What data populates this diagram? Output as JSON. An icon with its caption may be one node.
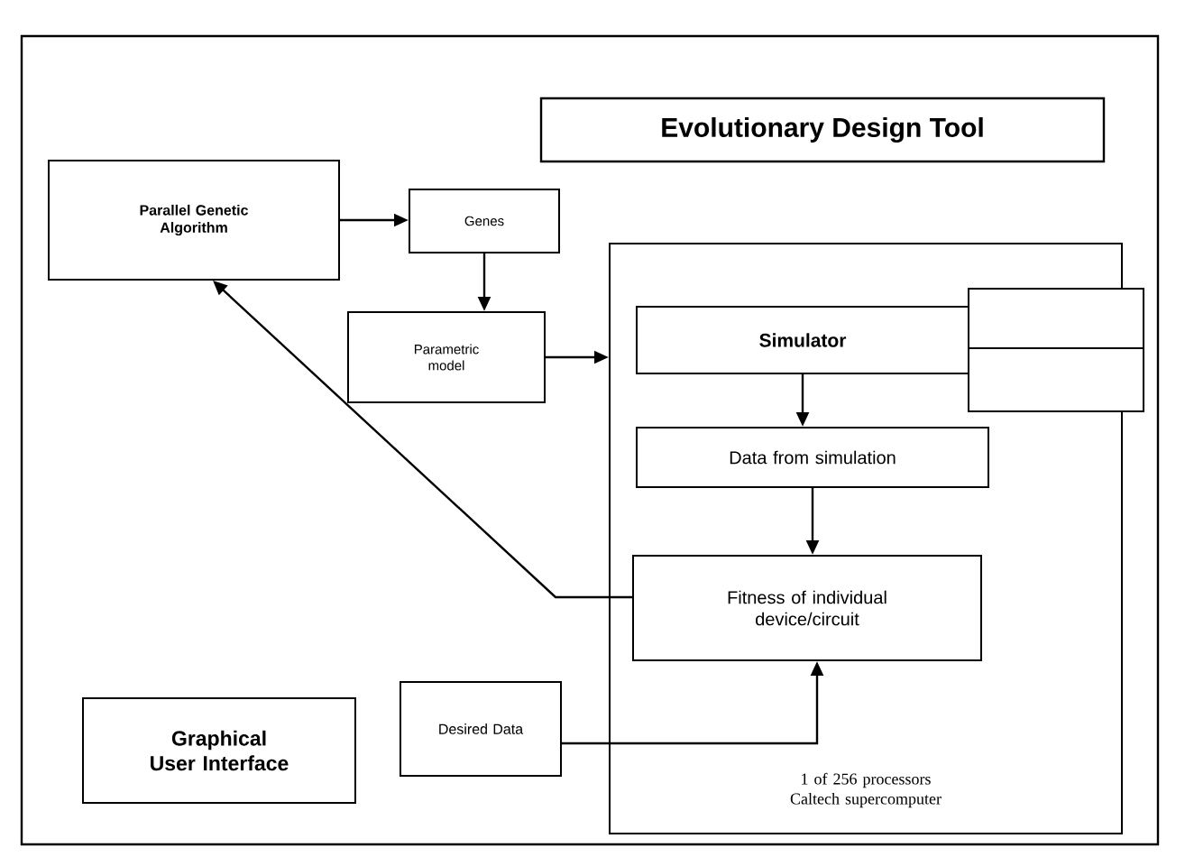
{
  "diagram": {
    "title": "Evolutionary Design Tool",
    "nodes": [
      {
        "text": [
          "Parallel Genetic Algorithm"
        ]
      },
      {
        "text": [
          "Genes"
        ]
      },
      {
        "text": [
          "Parametric model"
        ]
      },
      {
        "text": [
          "1 of 256 processors Caltech supercomputer"
        ]
      },
      {
        "text": [
          "Simulator"
        ],
        "in": 3
      },
      {
        "text": [],
        "shape": "box"
      },
      {
        "text": [],
        "shape": "box"
      },
      {
        "text": [
          "Data from simulation"
        ],
        "in": 3
      },
      {
        "text": [
          "Fitness of individual device/circuit"
        ],
        "in": 3
      },
      {
        "text": [
          "Desired Data"
        ]
      },
      {
        "text": [
          "Graphical User Interface"
        ]
      }
    ],
    "edges": [
      {
        "from": 0,
        "to": 1,
        "arrow": "to"
      },
      {
        "from": 1,
        "to": 2,
        "arrow": "to"
      },
      {
        "from": 2,
        "to": 3,
        "arrow": "to"
      },
      {
        "from": 4,
        "to": 7,
        "arrow": "to"
      },
      {
        "from": 7,
        "to": 8,
        "arrow": "to"
      },
      {
        "from": 8,
        "to": 0,
        "arrow": "to"
      },
      {
        "from": 9,
        "to": 8,
        "arrow": "to"
      }
    ]
  }
}
